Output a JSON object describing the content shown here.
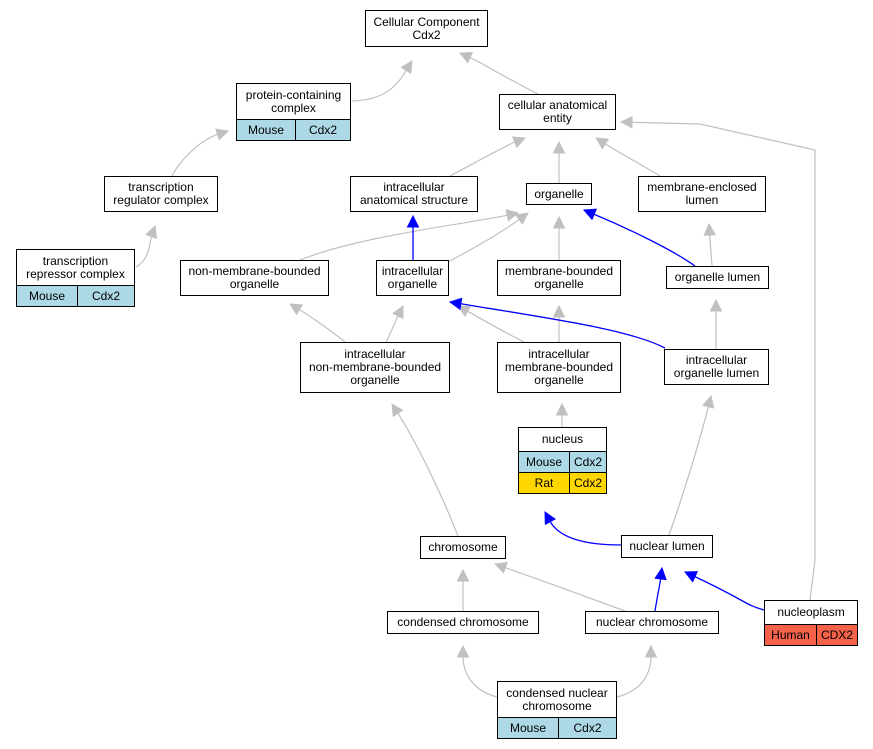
{
  "colors": {
    "gray_edge": "#c0c0c0",
    "blue_edge": "#0000ff",
    "mouse": "#add8e6",
    "rat": "#ffd700",
    "human": "#f4624a"
  },
  "nodes": {
    "cellular_component": {
      "lines": [
        "Cellular Component",
        "Cdx2"
      ]
    },
    "protein_containing_complex": {
      "lines": [
        "protein-containing",
        "complex"
      ],
      "tags": [
        {
          "species": "Mouse",
          "gene": "Cdx2",
          "color": "#add8e6"
        }
      ]
    },
    "cellular_anatomical_entity": {
      "lines": [
        "cellular anatomical",
        "entity"
      ]
    },
    "transcription_regulator_complex": {
      "lines": [
        "transcription",
        "regulator complex"
      ]
    },
    "intracellular_anatomical_structure": {
      "lines": [
        "intracellular",
        "anatomical structure"
      ]
    },
    "organelle": {
      "lines": [
        "organelle"
      ]
    },
    "membrane_enclosed_lumen": {
      "lines": [
        "membrane-enclosed",
        "lumen"
      ]
    },
    "transcription_repressor_complex": {
      "lines": [
        "transcription",
        "repressor complex"
      ],
      "tags": [
        {
          "species": "Mouse",
          "gene": "Cdx2",
          "color": "#add8e6"
        }
      ]
    },
    "non_membrane_bounded_organelle": {
      "lines": [
        "non-membrane-bounded",
        "organelle"
      ]
    },
    "intracellular_organelle": {
      "lines": [
        "intracellular",
        "organelle"
      ]
    },
    "membrane_bounded_organelle": {
      "lines": [
        "membrane-bounded",
        "organelle"
      ]
    },
    "organelle_lumen": {
      "lines": [
        "organelle lumen"
      ]
    },
    "intracellular_non_membrane_bounded_organelle": {
      "lines": [
        "intracellular",
        "non-membrane-bounded",
        "organelle"
      ]
    },
    "intracellular_membrane_bounded_organelle": {
      "lines": [
        "intracellular",
        "membrane-bounded",
        "organelle"
      ]
    },
    "intracellular_organelle_lumen": {
      "lines": [
        "intracellular",
        "organelle lumen"
      ]
    },
    "nucleus": {
      "lines": [
        "nucleus"
      ],
      "tags": [
        {
          "species": "Mouse",
          "gene": "Cdx2",
          "color": "#add8e6"
        },
        {
          "species": "Rat",
          "gene": "Cdx2",
          "color": "#ffd700"
        }
      ]
    },
    "chromosome": {
      "lines": [
        "chromosome"
      ]
    },
    "nuclear_lumen": {
      "lines": [
        "nuclear lumen"
      ]
    },
    "nucleoplasm": {
      "lines": [
        "nucleoplasm"
      ],
      "tags": [
        {
          "species": "Human",
          "gene": "CDX2",
          "color": "#f4624a"
        }
      ]
    },
    "condensed_chromosome": {
      "lines": [
        "condensed chromosome"
      ]
    },
    "nuclear_chromosome": {
      "lines": [
        "nuclear chromosome"
      ]
    },
    "condensed_nuclear_chromosome": {
      "lines": [
        "condensed nuclear",
        "chromosome"
      ],
      "tags": [
        {
          "species": "Mouse",
          "gene": "Cdx2",
          "color": "#add8e6"
        }
      ]
    }
  },
  "edges": [
    {
      "from": "protein_containing_complex",
      "to": "cellular_component",
      "relation": "is_a"
    },
    {
      "from": "cellular_anatomical_entity",
      "to": "cellular_component",
      "relation": "is_a"
    },
    {
      "from": "transcription_regulator_complex",
      "to": "protein_containing_complex",
      "relation": "is_a"
    },
    {
      "from": "transcription_repressor_complex",
      "to": "transcription_regulator_complex",
      "relation": "is_a"
    },
    {
      "from": "intracellular_anatomical_structure",
      "to": "cellular_anatomical_entity",
      "relation": "is_a"
    },
    {
      "from": "organelle",
      "to": "cellular_anatomical_entity",
      "relation": "is_a"
    },
    {
      "from": "membrane_enclosed_lumen",
      "to": "cellular_anatomical_entity",
      "relation": "is_a"
    },
    {
      "from": "nucleoplasm",
      "to": "cellular_anatomical_entity",
      "relation": "is_a"
    },
    {
      "from": "non_membrane_bounded_organelle",
      "to": "organelle",
      "relation": "is_a"
    },
    {
      "from": "intracellular_organelle",
      "to": "organelle",
      "relation": "is_a"
    },
    {
      "from": "intracellular_organelle",
      "to": "intracellular_anatomical_structure",
      "relation": "part_of"
    },
    {
      "from": "membrane_bounded_organelle",
      "to": "organelle",
      "relation": "is_a"
    },
    {
      "from": "organelle_lumen",
      "to": "organelle",
      "relation": "part_of"
    },
    {
      "from": "organelle_lumen",
      "to": "membrane_enclosed_lumen",
      "relation": "is_a"
    },
    {
      "from": "intracellular_non_membrane_bounded_organelle",
      "to": "non_membrane_bounded_organelle",
      "relation": "is_a"
    },
    {
      "from": "intracellular_non_membrane_bounded_organelle",
      "to": "intracellular_organelle",
      "relation": "is_a"
    },
    {
      "from": "intracellular_membrane_bounded_organelle",
      "to": "intracellular_organelle",
      "relation": "is_a"
    },
    {
      "from": "intracellular_membrane_bounded_organelle",
      "to": "membrane_bounded_organelle",
      "relation": "is_a"
    },
    {
      "from": "intracellular_organelle_lumen",
      "to": "organelle_lumen",
      "relation": "is_a"
    },
    {
      "from": "intracellular_organelle_lumen",
      "to": "intracellular_organelle",
      "relation": "part_of"
    },
    {
      "from": "nucleus",
      "to": "intracellular_membrane_bounded_organelle",
      "relation": "is_a"
    },
    {
      "from": "chromosome",
      "to": "intracellular_non_membrane_bounded_organelle",
      "relation": "is_a"
    },
    {
      "from": "nuclear_lumen",
      "to": "intracellular_organelle_lumen",
      "relation": "is_a"
    },
    {
      "from": "nuclear_lumen",
      "to": "nucleus",
      "relation": "part_of"
    },
    {
      "from": "nucleoplasm",
      "to": "nuclear_lumen",
      "relation": "part_of"
    },
    {
      "from": "condensed_chromosome",
      "to": "chromosome",
      "relation": "is_a"
    },
    {
      "from": "nuclear_chromosome",
      "to": "chromosome",
      "relation": "is_a"
    },
    {
      "from": "nuclear_chromosome",
      "to": "nuclear_lumen",
      "relation": "part_of"
    },
    {
      "from": "condensed_nuclear_chromosome",
      "to": "condensed_chromosome",
      "relation": "is_a"
    },
    {
      "from": "condensed_nuclear_chromosome",
      "to": "nuclear_chromosome",
      "relation": "is_a"
    }
  ]
}
